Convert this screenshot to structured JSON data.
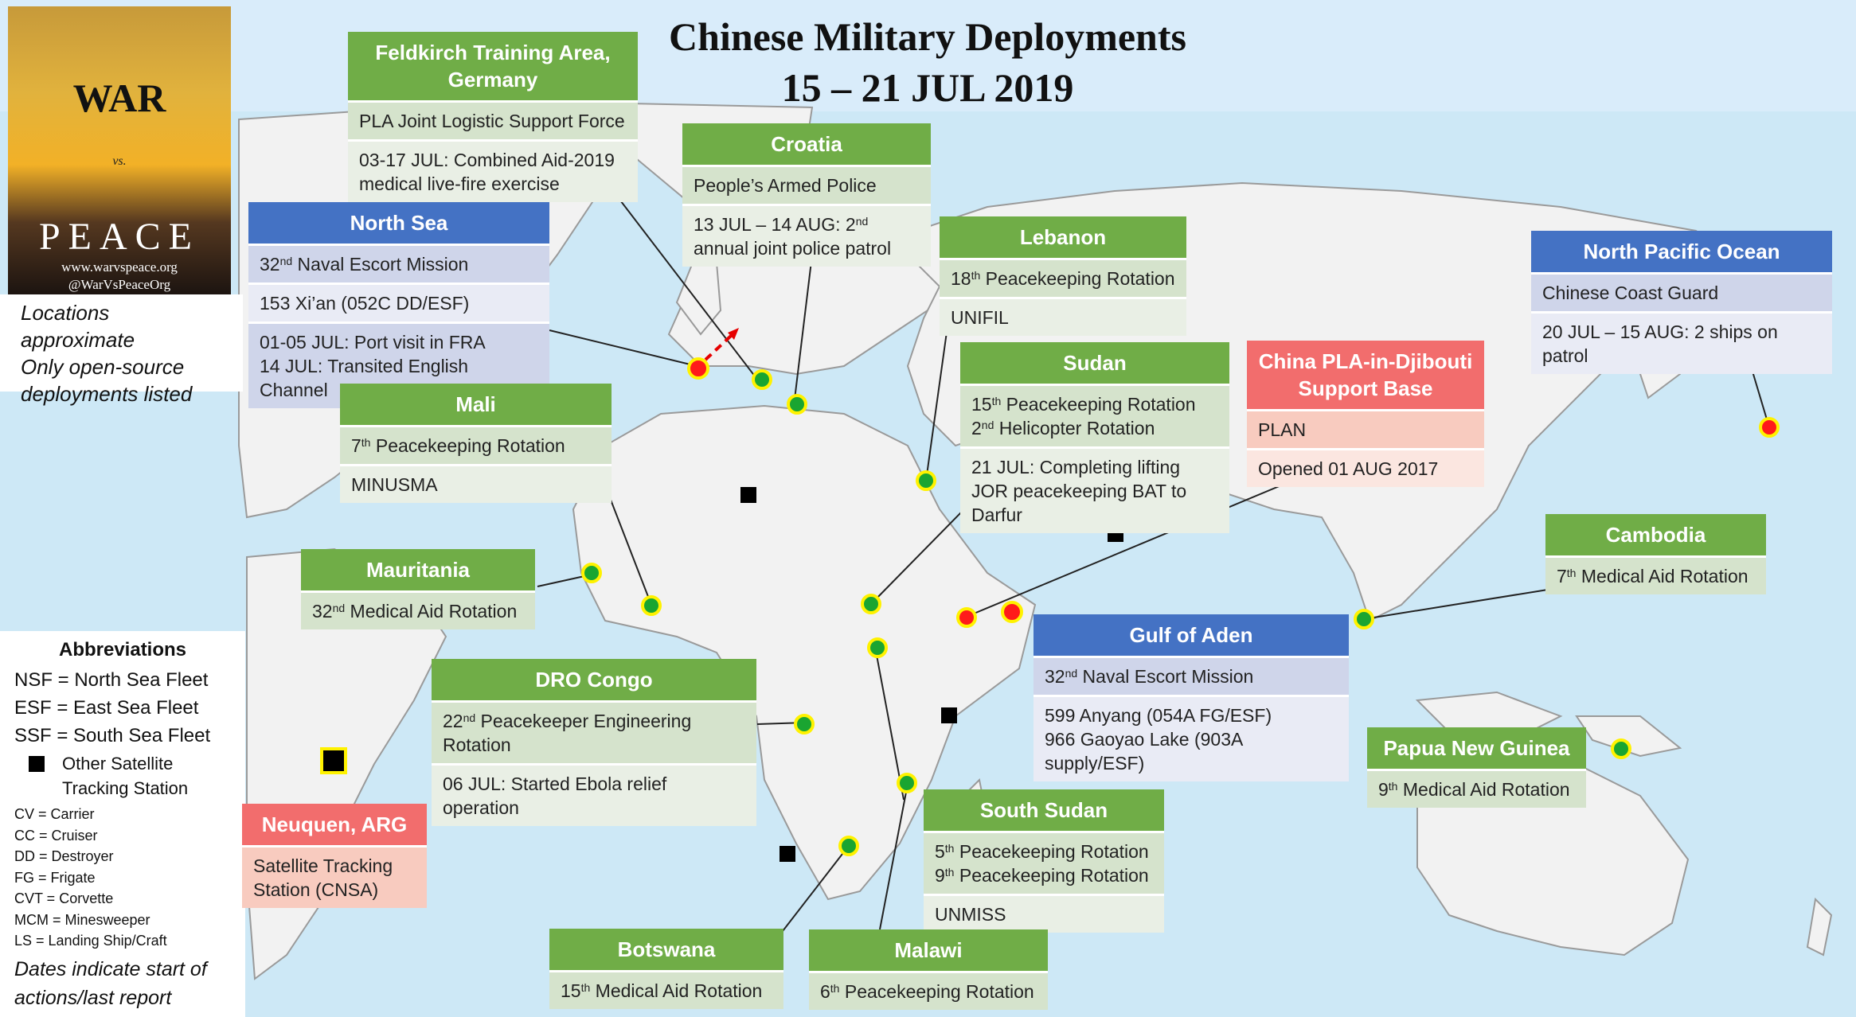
{
  "title": {
    "line1": "Chinese Military Deployments",
    "line2": "15 – 21 JUL 2019"
  },
  "logo": {
    "war": "WAR",
    "vs": "vs.",
    "peace": "PEACE",
    "site": "www.warvspeace.org",
    "handle": "@WarVsPeaceOrg"
  },
  "notes": {
    "line1": "Locations approximate",
    "line2": "Only open-source",
    "line3": "deployments listed"
  },
  "abbreviations": {
    "heading": "Abbreviations",
    "fleets": [
      "NSF = North Sea Fleet",
      "ESF = East Sea Fleet",
      "SSF = South Sea Fleet"
    ],
    "station_key": "Other Satellite Tracking Station",
    "ship_types": [
      "CV = Carrier",
      "CC = Cruiser",
      "DD = Destroyer",
      "FG = Frigate",
      "CVT = Corvette",
      "MCM = Minesweeper",
      "LS = Landing Ship/Craft"
    ],
    "dates_note": "Dates indicate start of actions/last report"
  },
  "colors": {
    "ocean": "#cde8f6",
    "land": "#f2f2f2",
    "green": "#70ad47",
    "blue": "#4472c4",
    "red": "#f26d6d",
    "marker_green": "#1aa531",
    "marker_red": "#ff1a1a",
    "marker_ring": "#fff200"
  },
  "boxes": {
    "feldkirch": {
      "header": "Feldkirch Training Area, Germany",
      "row1": "PLA Joint Logistic Support Force",
      "row2": "03-17 JUL: Combined Aid-2019 medical live-fire exercise"
    },
    "croatia": {
      "header": "Croatia",
      "row1": "People’s Armed Police",
      "row2_pre": "13 JUL – 14 AUG: 2",
      "row2_sup": "nd",
      "row2_post": " annual joint police patrol"
    },
    "north_sea": {
      "header": "North Sea",
      "row1_pre": "32",
      "row1_sup": "nd",
      "row1_post": " Naval Escort Mission",
      "row2": "153 Xi’an (052C DD/ESF)",
      "row3a": "01-05 JUL: Port visit in FRA",
      "row3b": "14 JUL: Transited English Channel"
    },
    "lebanon": {
      "header": "Lebanon",
      "row1_pre": "18",
      "row1_sup": "th",
      "row1_post": " Peacekeeping Rotation",
      "row2": "UNIFIL"
    },
    "north_pacific": {
      "header": "North Pacific Ocean",
      "row1": "Chinese Coast Guard",
      "row2": "20 JUL – 15 AUG: 2 ships on patrol"
    },
    "mali": {
      "header": "Mali",
      "row1_pre": "7",
      "row1_sup": "th",
      "row1_post": " Peacekeeping Rotation",
      "row2": "MINUSMA"
    },
    "sudan": {
      "header": "Sudan",
      "row1a_pre": "15",
      "row1a_sup": "th",
      "row1a_post": " Peacekeeping Rotation",
      "row1b_pre": "2",
      "row1b_sup": "nd",
      "row1b_post": " Helicopter Rotation",
      "row2": "21 JUL: Completing lifting JOR peacekeeping BAT to Darfur"
    },
    "djibouti": {
      "header": "China PLA-in-Djibouti Support Base",
      "row1": "PLAN",
      "row2": "Opened 01 AUG 2017"
    },
    "cambodia": {
      "header": "Cambodia",
      "row1_pre": "7",
      "row1_sup": "th",
      "row1_post": " Medical Aid Rotation"
    },
    "mauritania": {
      "header": "Mauritania",
      "row1_pre": "32",
      "row1_sup": "nd",
      "row1_post": " Medical Aid Rotation"
    },
    "gulf_aden": {
      "header": "Gulf of Aden",
      "row1_pre": "32",
      "row1_sup": "nd",
      "row1_post": " Naval Escort Mission",
      "row2a": "599 Anyang (054A FG/ESF)",
      "row2b": "966 Gaoyao Lake (903A supply/ESF)"
    },
    "dro_congo": {
      "header": "DRO Congo",
      "row1_pre": "22",
      "row1_sup": "nd",
      "row1_post": " Peacekeeper Engineering Rotation",
      "row2": "06 JUL: Started Ebola relief operation"
    },
    "png": {
      "header": "Papua New Guinea",
      "row1_pre": "9",
      "row1_sup": "th",
      "row1_post": " Medical Aid Rotation"
    },
    "neuquen": {
      "header": "Neuquen, ARG",
      "row1": "Satellite Tracking Station (CNSA)"
    },
    "south_sudan": {
      "header": "South Sudan",
      "row1a_pre": "5",
      "row1a_sup": "th",
      "row1a_post": " Peacekeeping Rotation",
      "row1b_pre": "9",
      "row1b_sup": "th",
      "row1b_post": " Peacekeeping Rotation",
      "row2": "UNMISS"
    },
    "botswana": {
      "header": "Botswana",
      "row1_pre": "15",
      "row1_sup": "th",
      "row1_post": " Medical Aid Rotation"
    },
    "malawi": {
      "header": "Malawi",
      "row1_pre": "6",
      "row1_sup": "th",
      "row1_post": " Peacekeeping Rotation"
    }
  }
}
